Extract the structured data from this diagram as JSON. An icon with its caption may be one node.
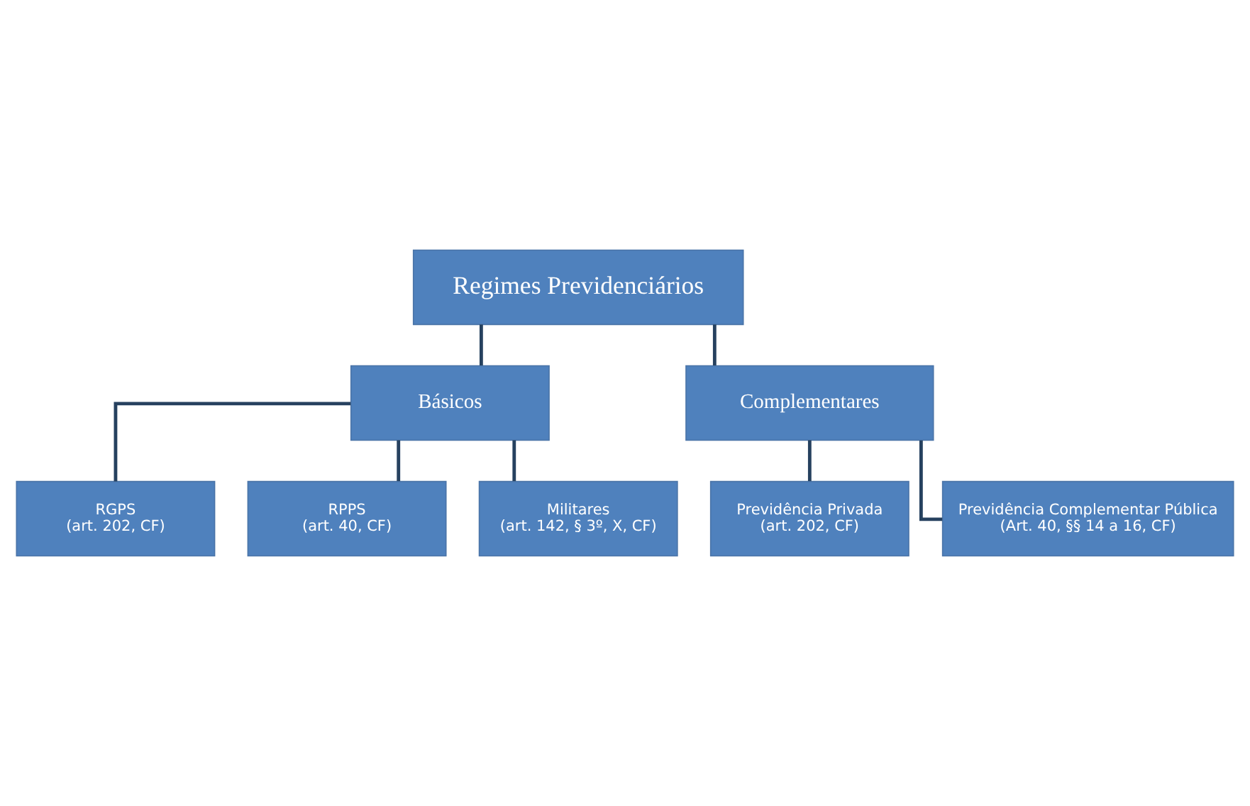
{
  "diagram": {
    "nodes": [
      {
        "text": [
          "Regimes Previdenciários"
        ]
      },
      {
        "text": [
          "Básicos"
        ]
      },
      {
        "text": [
          "Complementares"
        ]
      },
      {
        "text": [
          "RGPS",
          "(art. 202, CF)"
        ]
      },
      {
        "text": [
          "RPPS",
          "(art. 40, CF)"
        ]
      },
      {
        "text": [
          "Militares",
          "(art. 142, § 3º, X, CF)"
        ]
      },
      {
        "text": [
          "Previdência Privada",
          "(art. 202, CF)"
        ]
      },
      {
        "text": [
          "Previdência Complementar Pública",
          "(Art. 40, §§ 14 a 16, CF)"
        ]
      }
    ],
    "edges": [
      {
        "from": 0,
        "to": 1,
        "arrow": "none"
      },
      {
        "from": 0,
        "to": 2,
        "arrow": "none"
      },
      {
        "from": 1,
        "to": 3,
        "arrow": "none"
      },
      {
        "from": 1,
        "to": 4,
        "arrow": "none"
      },
      {
        "from": 1,
        "to": 5,
        "arrow": "none"
      },
      {
        "from": 2,
        "to": 6,
        "arrow": "none"
      },
      {
        "from": 2,
        "to": 7,
        "arrow": "none"
      }
    ]
  }
}
